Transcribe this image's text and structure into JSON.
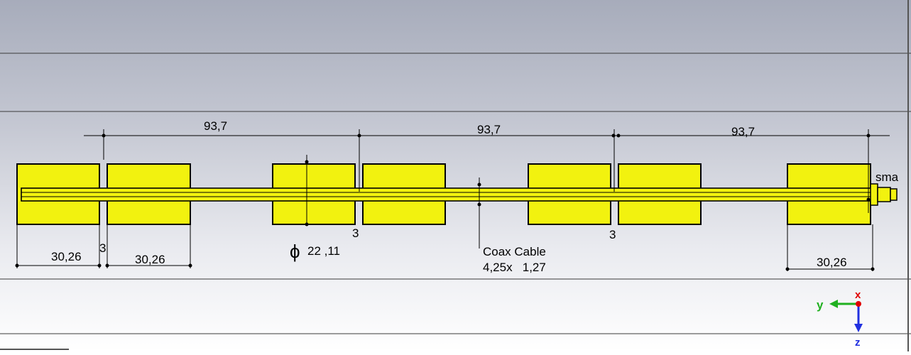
{
  "dimensions": {
    "top_spacing_1": "93,7",
    "top_spacing_2": "93,7",
    "top_spacing_3": "93,7",
    "width_left_1": "30,26",
    "width_left_2": "30,26",
    "width_right": "30,26",
    "gap_1": "3",
    "gap_2": "3",
    "gap_3": "3",
    "diameter_symbol": "ϕ",
    "diameter_value": "22 ,11"
  },
  "labels": {
    "coax_title": "Coax Cable",
    "coax_spec": "4,25x   1,27",
    "connector": "sma"
  },
  "axes": {
    "y_label": "y",
    "x_label": "x",
    "z_label": "z"
  },
  "colors": {
    "background_top": "#a9aebd",
    "background_bottom": "#ffffff",
    "cylinder_fill": "#f2f20f",
    "cylinder_stroke": "#000000",
    "axis_x": "#e00000",
    "axis_y": "#20b020",
    "axis_z": "#2030e0"
  }
}
